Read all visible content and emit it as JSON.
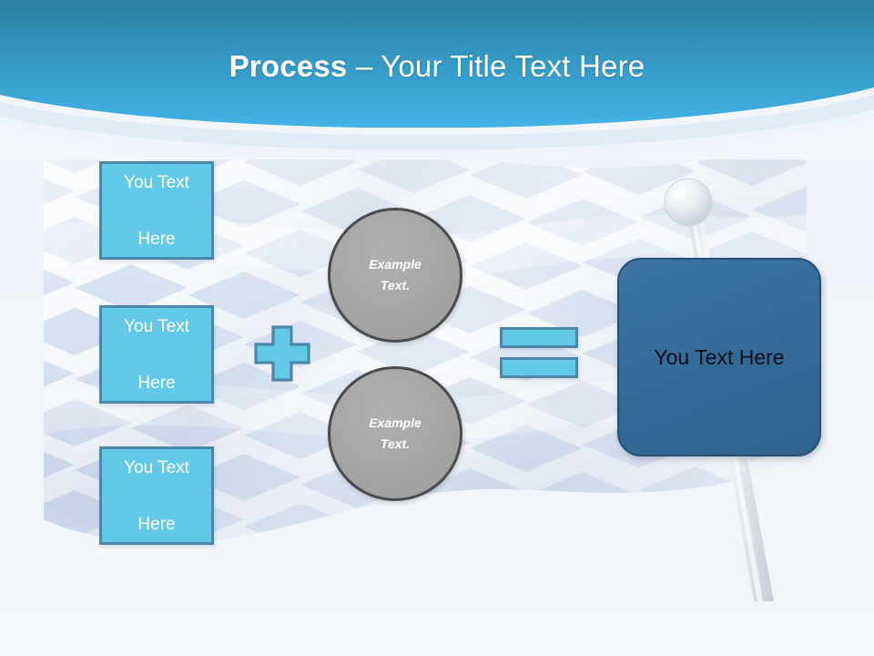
{
  "slide": {
    "title_strong": "Process",
    "title_separator": " – ",
    "title_rest": "Your Title Text Here"
  },
  "colors": {
    "header_gradient_top": "#2b7f9f",
    "header_gradient_bottom": "#43b2e6",
    "accent_light_blue": "#63c9e8",
    "accent_border_blue": "#4a87a8",
    "circle_gray": "#a5a5a5",
    "circle_border_gray": "#4a4a4a",
    "result_blue": "#336a98",
    "slide_background": "#f2f6fa",
    "flag_checker_blue": "#c6d5ec",
    "flag_checker_white": "#f4f7fb"
  },
  "inputs": [
    {
      "label": "You Text Here",
      "line1": "You Text",
      "line2": "Here"
    },
    {
      "label": "You Text Here",
      "line1": "You Text",
      "line2": "Here"
    },
    {
      "label": "You Text Here",
      "line1": "You Text",
      "line2": "Here"
    }
  ],
  "operators": {
    "plus": "+",
    "equals": "="
  },
  "circles": [
    {
      "label": "Example Text.",
      "line1": "Example",
      "line2": "Text."
    },
    {
      "label": "Example Text.",
      "line1": "Example",
      "line2": "Text."
    }
  ],
  "result": {
    "label": "You Text Here"
  },
  "decor": {
    "flag": "checkered-racing-flag",
    "flagpole": "flagpole-with-ball-finial"
  }
}
